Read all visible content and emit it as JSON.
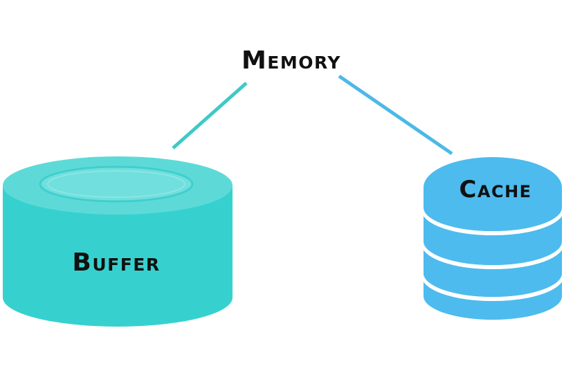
{
  "diagram": {
    "root": {
      "label": "Memory"
    },
    "children": [
      {
        "id": "buffer",
        "label": "Buffer",
        "shape": "cylinder-with-ring",
        "color": "#36d1cf"
      },
      {
        "id": "cache",
        "label": "Cache",
        "shape": "stacked-disks",
        "color": "#4dbbee"
      }
    ]
  },
  "colors": {
    "buffer_body": "#36d1cf",
    "buffer_top": "#5ddad8",
    "buffer_ring": "#71dfdd",
    "cache_body": "#4dbbee",
    "connector_left": "#3fc9c7",
    "connector_right": "#4cb9e6"
  }
}
